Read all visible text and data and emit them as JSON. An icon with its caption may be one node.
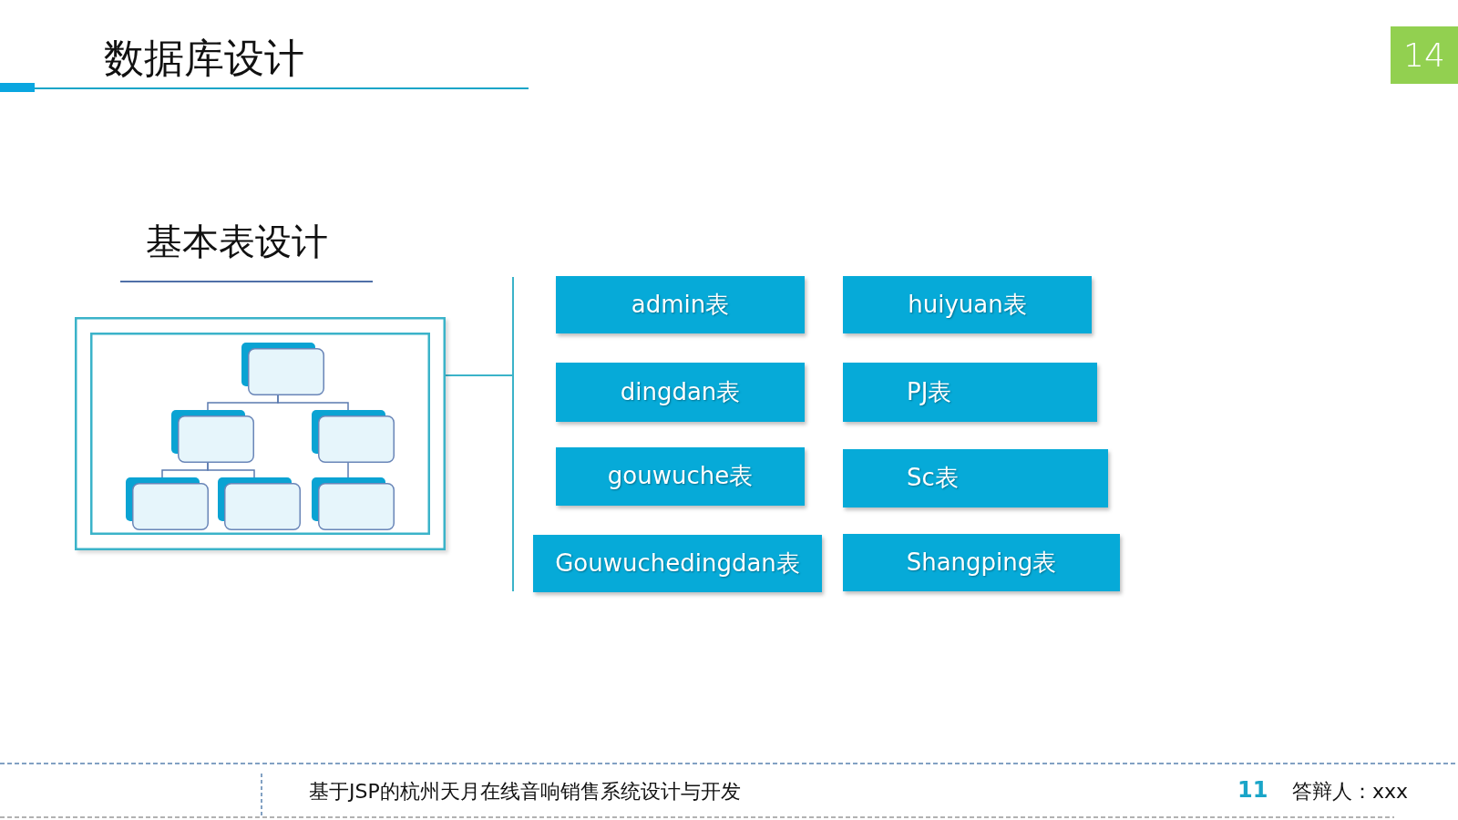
{
  "diagram": {
    "title": "数据库设计",
    "nodes": [
      {
        "text": [],
        "shape": "box"
      },
      {
        "text": [],
        "shape": "box",
        "in": 0
      },
      {
        "text": [],
        "shape": "box",
        "in": 0
      },
      {
        "text": [],
        "shape": "box",
        "in": 0
      },
      {
        "text": [],
        "shape": "box",
        "in": 0
      },
      {
        "text": [],
        "shape": "box",
        "in": 0
      },
      {
        "text": [],
        "shape": "box",
        "in": 0
      },
      {
        "text": [
          "admin表"
        ]
      },
      {
        "text": [
          "huiyuan表"
        ]
      },
      {
        "text": [
          "dingdan表"
        ]
      },
      {
        "text": [
          "PJ表"
        ]
      },
      {
        "text": [
          "gouwuche表"
        ]
      },
      {
        "text": [
          "Sc表"
        ]
      },
      {
        "text": [
          "Gouwuchedingdan表"
        ]
      },
      {
        "text": [
          "Shangping表"
        ]
      }
    ],
    "edges": [
      {
        "from": 1,
        "to": 2,
        "arrow": "none"
      },
      {
        "from": 1,
        "to": 3,
        "arrow": "none"
      },
      {
        "from": 2,
        "to": 4,
        "arrow": "none"
      },
      {
        "from": 2,
        "to": 5,
        "arrow": "none"
      },
      {
        "from": 3,
        "to": 6,
        "arrow": "none"
      }
    ],
    "labels": [
      "14",
      "基本表设计",
      "基于JSP的杭州天月在线音响销售系统设计与开发",
      "11",
      "答辩人：xxx"
    ]
  }
}
